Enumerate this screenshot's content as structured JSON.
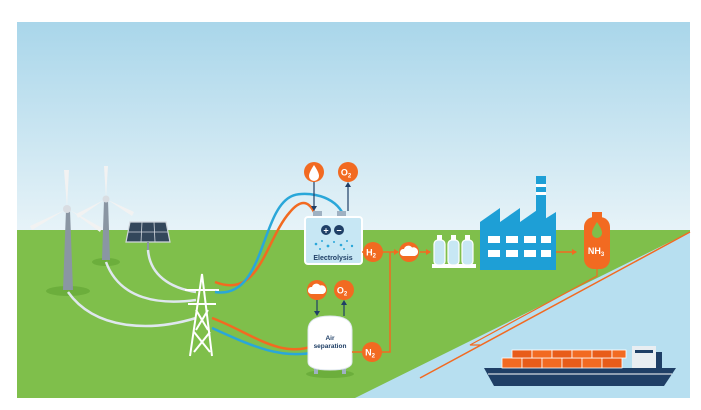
{
  "labels": {
    "electrolysis": "Electrolysis",
    "air_sep_line1": "Air",
    "air_sep_line2": "separation",
    "plus": "+",
    "minus": "−"
  },
  "chemicals": {
    "o2_top": {
      "base": "O",
      "sub": "2"
    },
    "h2": {
      "base": "H",
      "sub": "2"
    },
    "o2_mid": {
      "base": "O",
      "sub": "2"
    },
    "n2": {
      "base": "N",
      "sub": "2"
    },
    "nh3": {
      "base": "NH",
      "sub": "3"
    }
  },
  "icons": {
    "water": "water-drop-icon",
    "air": "cloud-icon",
    "compressor": "cloud-icon"
  },
  "colors": {
    "sky_top": "#a9d6ea",
    "sky_bottom": "#e7f3f8",
    "grass": "#7fbf4b",
    "grass_dark": "#6cae3c",
    "water": "#b7dff0",
    "accent_orange": "#f26a21",
    "accent_blue": "#2aa7d9",
    "factory_blue": "#1e9fd6",
    "tower_white": "#ffffff"
  }
}
